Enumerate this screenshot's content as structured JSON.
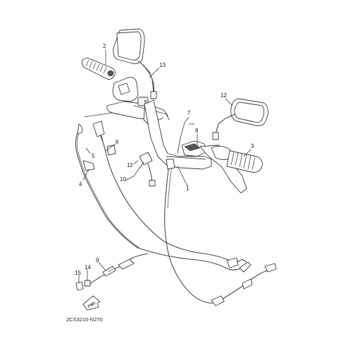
{
  "callouts": {
    "c1": "1",
    "c2": "2",
    "c3": "3",
    "c4": "4",
    "c5": "5",
    "c6": "6",
    "c7": "7",
    "c8": "8",
    "c9": "9",
    "c10": "10",
    "c11": "11",
    "c12": "12",
    "c13": "13",
    "c14": "14",
    "c15": "15"
  },
  "reference_code": "2CS3210-N270",
  "fwd_label": "FWD",
  "colors": {
    "line": "#3a3a3a",
    "background": "#ffffff"
  }
}
